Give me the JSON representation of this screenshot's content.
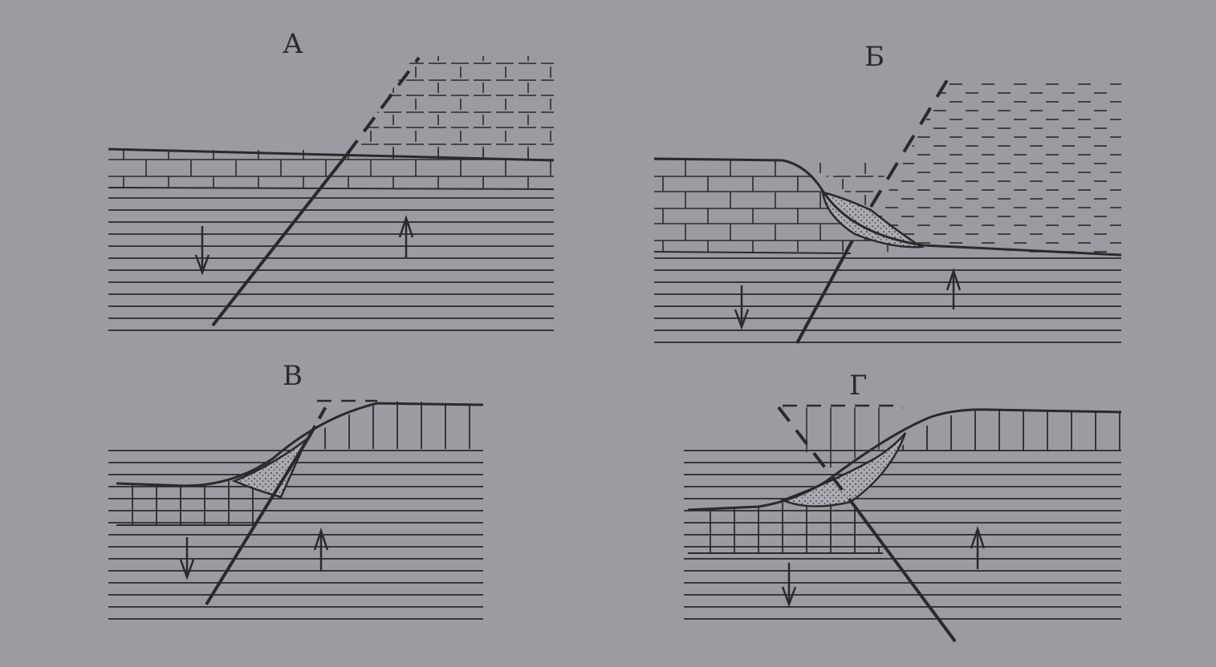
{
  "panels": [
    {
      "id": "a",
      "label": "А"
    },
    {
      "id": "b",
      "label": "Б"
    },
    {
      "id": "v",
      "label": "В"
    },
    {
      "id": "g",
      "label": "Г"
    }
  ],
  "colors": {
    "paper": "#9a9ca1",
    "ink": "#2a2a2c",
    "wedge": "#a9abb0"
  },
  "patterns": [
    "brick",
    "dash",
    "vertical-bars",
    "horizontal-lines",
    "stipple"
  ],
  "icons": [
    "arrow-down-icon",
    "arrow-up-icon"
  ]
}
